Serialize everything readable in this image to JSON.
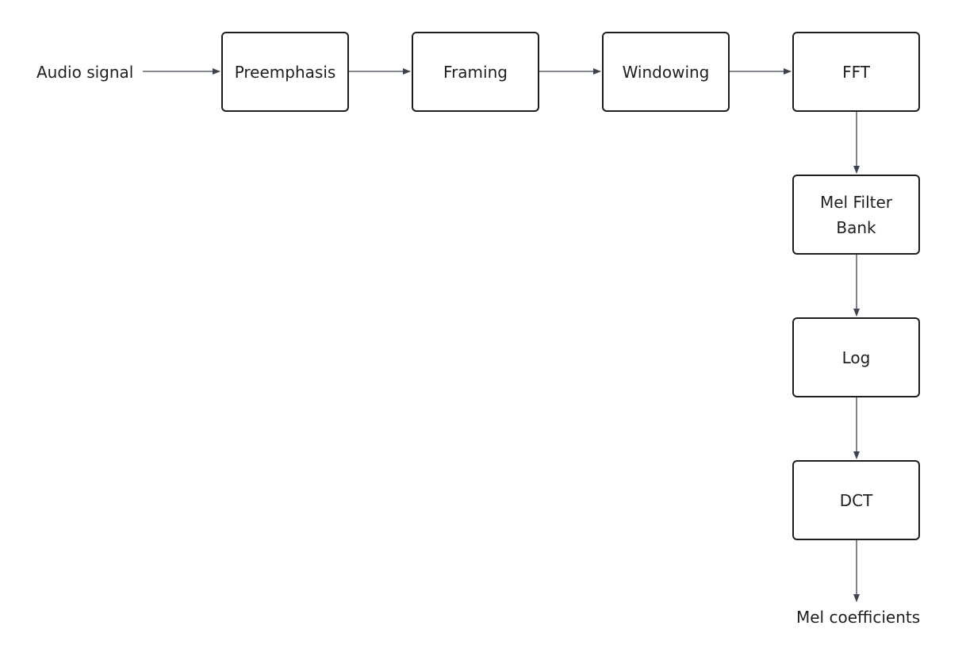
{
  "diagram": {
    "input_label": "Audio signal",
    "output_label": "Mel coefficients",
    "steps": [
      {
        "id": "preemphasis",
        "label": "Preemphasis"
      },
      {
        "id": "framing",
        "label": "Framing"
      },
      {
        "id": "windowing",
        "label": "Windowing"
      },
      {
        "id": "fft",
        "label": "FFT"
      },
      {
        "id": "mel_filter_bank",
        "label": "Mel Filter Bank"
      },
      {
        "id": "log",
        "label": "Log"
      },
      {
        "id": "dct",
        "label": "DCT"
      }
    ],
    "edges": [
      {
        "from": "Audio signal",
        "to": "preemphasis"
      },
      {
        "from": "preemphasis",
        "to": "framing"
      },
      {
        "from": "framing",
        "to": "windowing"
      },
      {
        "from": "windowing",
        "to": "fft"
      },
      {
        "from": "fft",
        "to": "mel_filter_bank"
      },
      {
        "from": "mel_filter_bank",
        "to": "log"
      },
      {
        "from": "log",
        "to": "dct"
      },
      {
        "from": "dct",
        "to": "Mel coefficients"
      }
    ],
    "colors": {
      "box_border": "#1e1e1e",
      "text": "#1e1e1e",
      "arrow": "#3d4450",
      "background": "#ffffff"
    }
  }
}
